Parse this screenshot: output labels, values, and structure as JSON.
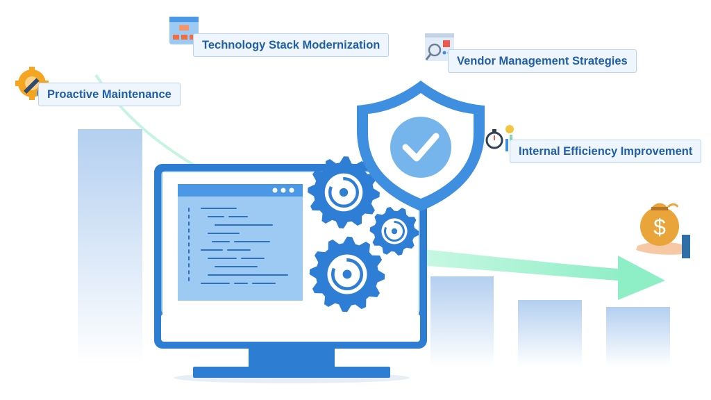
{
  "labels": {
    "proactive_maintenance": "Proactive Maintenance",
    "tech_stack": "Technology Stack Modernization",
    "vendor_management": "Vendor Management Strategies",
    "internal_efficiency": "Internal Efficiency Improvement"
  },
  "money_symbol": "$",
  "icons": {
    "maintenance": "wrench-gear-icon",
    "tech_stack": "org-chart-window-icon",
    "vendor": "vendor-search-icon",
    "efficiency": "stopwatch-chart-icon",
    "security": "shield-check-icon",
    "cost": "money-bag-hand-icon"
  },
  "colors": {
    "primary_blue": "#2d7dd2",
    "light_blue": "#8ec3f0",
    "label_text": "#1f5fa9",
    "arrow_green": "#9ef0cd",
    "bar_blue": "#b8d2f0"
  }
}
